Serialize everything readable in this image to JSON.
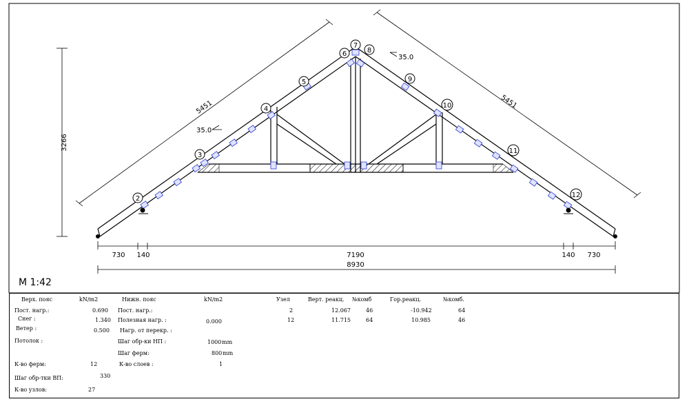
{
  "scale_label": "M 1:42",
  "drawing": {
    "dim_left_slope": "5451",
    "dim_right_slope": "5451",
    "dim_height": "3266",
    "angle_left": "35.0",
    "angle_right": "35.0",
    "dim_730_left": "730",
    "dim_140_left": "140",
    "dim_7190": "7190",
    "dim_140_right": "140",
    "dim_730_right": "730",
    "dim_total": "8930",
    "nodes": [
      "2",
      "3",
      "4",
      "5",
      "6",
      "7",
      "8",
      "9",
      "10",
      "11",
      "12"
    ]
  },
  "loads": {
    "top_chord": {
      "title": "Верх. пояс",
      "unit": "kN/m2",
      "rows": [
        {
          "label": "Пост. нагр.:",
          "value": "0.690"
        },
        {
          "label": "Снег :",
          "value": "1.340"
        },
        {
          "label": "Ветер :",
          "value": "0.500"
        }
      ]
    },
    "ceiling_label": "Потолок :",
    "truss_count": {
      "label": "К-во ферм:",
      "value": "12"
    },
    "top_step": {
      "label": "Шаг обр-тки ВП:",
      "value": "330"
    },
    "node_count": {
      "label": "К-во узлов:",
      "value": "27"
    },
    "bottom_chord": {
      "title": "Нижн. пояс",
      "unit": "kN/m2",
      "rows": [
        {
          "label": "Пост. нагр.:",
          "value": ""
        },
        {
          "label": "Полезная нагр. :",
          "value": "0.000"
        },
        {
          "label": "Нагр. от перекр. :",
          "value": ""
        }
      ]
    },
    "bottom_step": {
      "label": "Шаг обр-ки НП :",
      "value": "1000",
      "unit": "mm"
    },
    "truss_step": {
      "label": "Шаг ферм:",
      "value": "800",
      "unit": "mm"
    },
    "layers": {
      "label": "К-во слоев :",
      "value": "1"
    }
  },
  "reactions": {
    "headers": [
      "Узел",
      "Верт. реакц.",
      "№комб",
      "Гор.реакц.",
      "№комб."
    ],
    "rows": [
      [
        "2",
        "12.067",
        "46",
        "-10.942",
        "64"
      ],
      [
        "12",
        "11.715",
        "64",
        "10.985",
        "46"
      ]
    ]
  }
}
